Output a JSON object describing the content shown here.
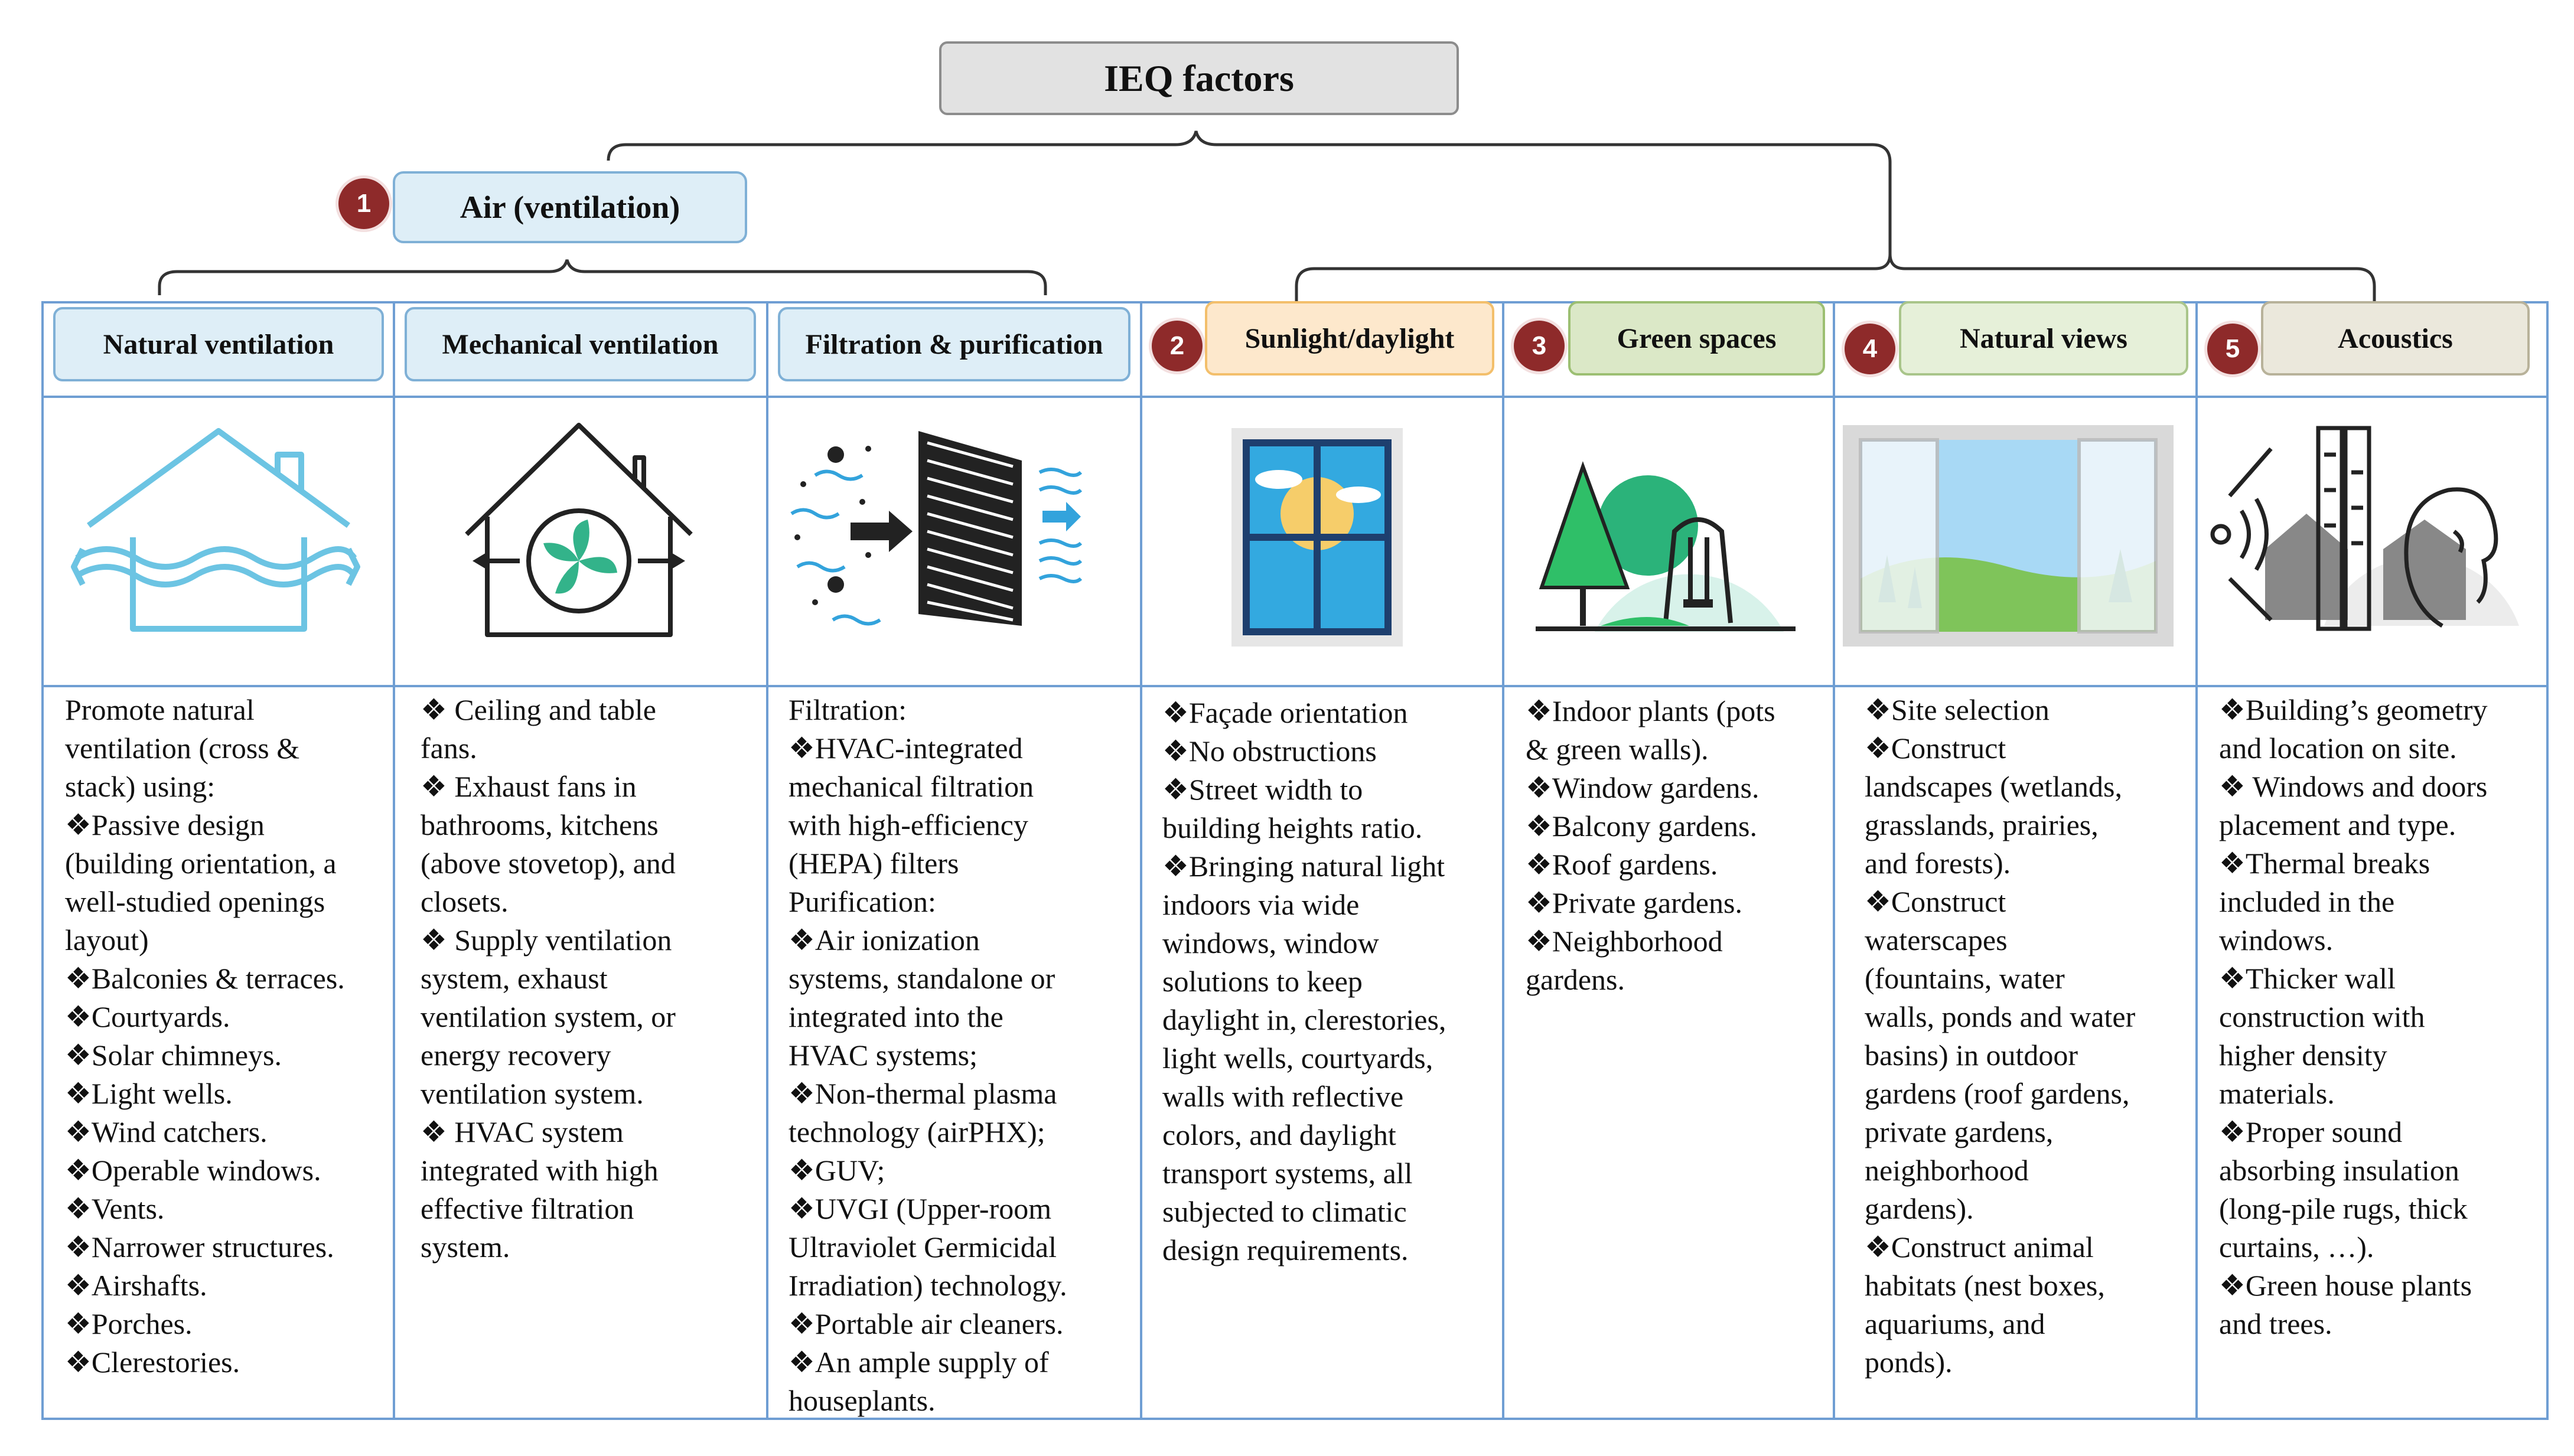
{
  "title": "IEQ factors",
  "air": {
    "label": "Air (ventilation)",
    "badge": "1"
  },
  "columns": [
    {
      "header": "Natural ventilation",
      "icon": "house-wave-icon",
      "text": "Promote natural\nventilation (cross &\nstack) using:\n❖Passive design\n(building orientation, a\nwell-studied openings\nlayout)\n❖Balconies & terraces.\n❖Courtyards.\n❖Solar chimneys.\n❖Light wells.\n❖Wind catchers.\n❖Operable windows.\n❖Vents.\n❖Narrower structures.\n❖Airshafts.\n❖Porches.\n❖Clerestories."
    },
    {
      "header": "Mechanical ventilation",
      "icon": "house-fan-icon",
      "text": "❖ Ceiling and table\nfans.\n❖ Exhaust fans in\nbathrooms, kitchens\n(above stovetop), and\nclosets.\n❖ Supply ventilation\nsystem, exhaust\nventilation system, or\nenergy recovery\nventilation system.\n❖ HVAC system\nintegrated with high\neffective filtration\nsystem."
    },
    {
      "header": "Filtration & purification",
      "icon": "air-filter-icon",
      "text": "Filtration:\n❖HVAC-integrated\nmechanical filtration\nwith high-efficiency\n(HEPA) filters\nPurification:\n❖Air ionization\nsystems, standalone or\nintegrated into the\nHVAC systems;\n❖Non-thermal plasma\ntechnology (airPHX);\n❖GUV;\n❖UVGI (Upper-room\nUltraviolet Germicidal\nIrradiation) technology.\n❖Portable air cleaners.\n❖An ample supply of\nhouseplants."
    },
    {
      "header": "Sunlight/daylight",
      "badge": "2",
      "icon": "sun-window-icon",
      "text": "❖Façade orientation\n❖No obstructions\n❖Street width to\nbuilding heights ratio.\n❖Bringing natural light\nindoors via wide\nwindows, window\nsolutions to keep\ndaylight in, clerestories,\nlight wells, courtyards,\nwalls with reflective\ncolors, and daylight\ntransport systems, all\nsubjected to climatic\ndesign requirements."
    },
    {
      "header": "Green spaces",
      "badge": "3",
      "icon": "tree-swing-icon",
      "text": "❖Indoor plants (pots\n& green walls).\n❖Window gardens.\n❖Balcony gardens.\n❖Roof gardens.\n❖Private gardens.\n❖Neighborhood\ngardens."
    },
    {
      "header": "Natural views",
      "badge": "4",
      "icon": "open-window-view-icon",
      "text": "❖Site selection\n❖Construct\nlandscapes (wetlands,\ngrasslands, prairies,\nand forests).\n❖Construct\nwaterscapes\n(fountains, water\nwalls, ponds and water\nbasins) in outdoor\ngardens (roof gardens,\nprivate gardens,\nneighborhood\ngardens).\n❖Construct animal\nhabitats (nest boxes,\naquariums, and\nponds)."
    },
    {
      "header": "Acoustics",
      "badge": "5",
      "icon": "sound-wall-person-icon",
      "text": "❖Building’s geometry\nand location on site.\n❖ Windows and doors\nplacement and type.\n❖Thermal breaks\nincluded in the\nwindows.\n❖Thicker wall\nconstruction with\nhigher density\nmaterials.\n❖Proper sound\nabsorbing insulation\n(long-pile rugs, thick\ncurtains, …).\n❖Green house plants\nand trees."
    }
  ],
  "colors": {
    "air": "#deeef7",
    "sun": "#fde8cc",
    "green": "#dbe8c7",
    "views": "#e6f0d9",
    "acoustics": "#ebe8dc",
    "badge": "#8e2a2a",
    "grid": "#6f9ed3"
  }
}
